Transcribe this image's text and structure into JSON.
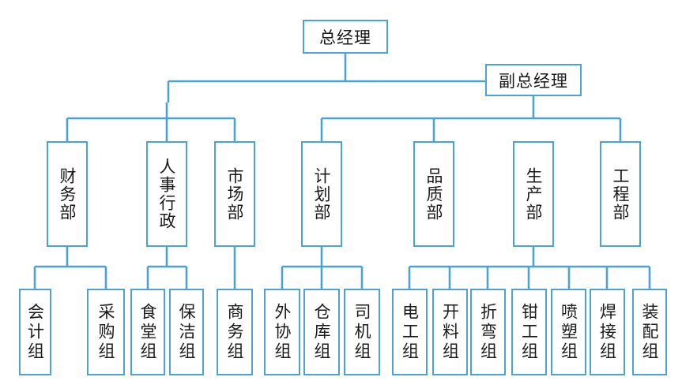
{
  "top": {
    "label": "总经理"
  },
  "deputy": {
    "label": "副总经理"
  },
  "departments": [
    {
      "label": "财务部"
    },
    {
      "label": "人事行政"
    },
    {
      "label": "市场部"
    },
    {
      "label": "计划部"
    },
    {
      "label": "品质部"
    },
    {
      "label": "生产部"
    },
    {
      "label": "工程部"
    }
  ],
  "groups": [
    {
      "label": "会计组"
    },
    {
      "label": "采购组"
    },
    {
      "label": "食堂组"
    },
    {
      "label": "保洁组"
    },
    {
      "label": "商务组"
    },
    {
      "label": "外协组"
    },
    {
      "label": "仓库组"
    },
    {
      "label": "司机组"
    },
    {
      "label": "电工组"
    },
    {
      "label": "开料组"
    },
    {
      "label": "折弯组"
    },
    {
      "label": "钳工组"
    },
    {
      "label": "喷塑组"
    },
    {
      "label": "焊接组"
    },
    {
      "label": "装配组"
    }
  ],
  "colors": {
    "line": "#4aa3d4",
    "text": "#1a1a1a"
  }
}
